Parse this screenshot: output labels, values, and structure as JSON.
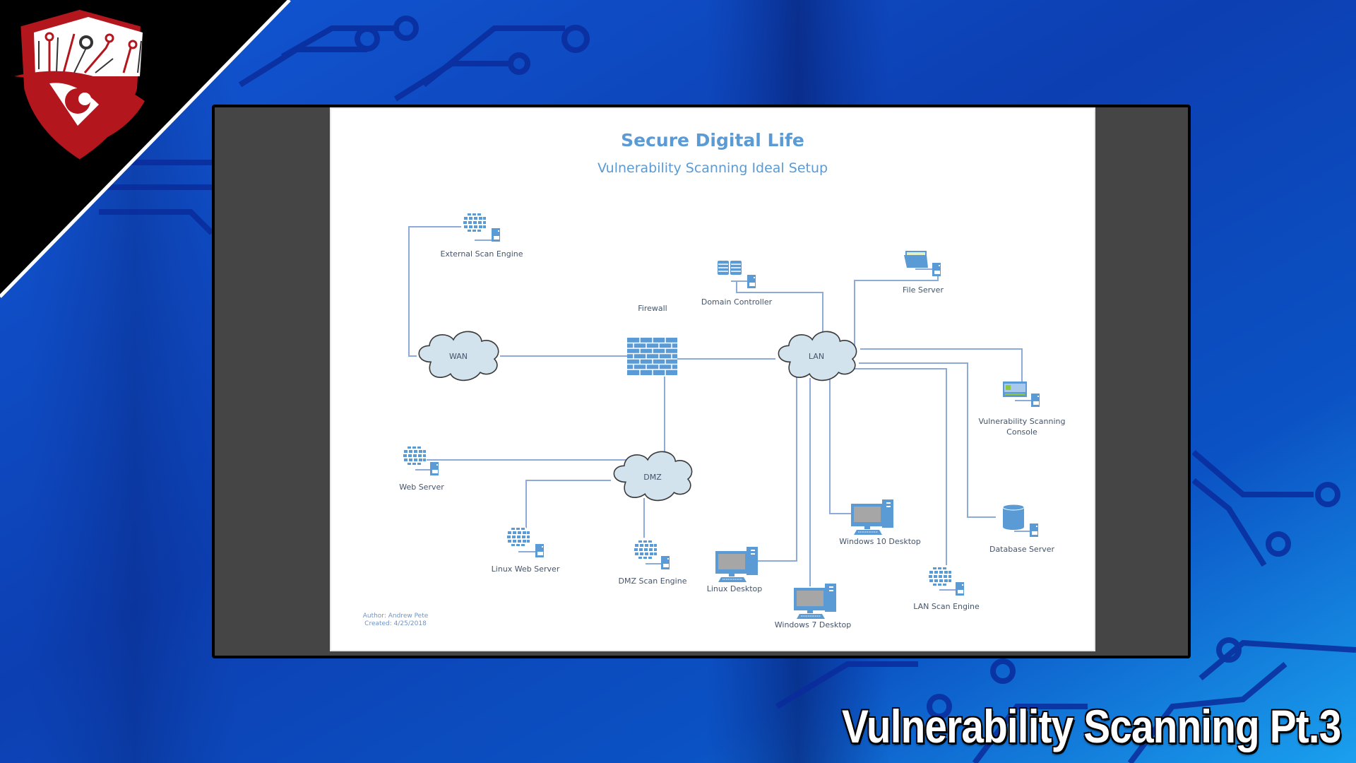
{
  "background": {
    "colors": {
      "black_corner": "#000000",
      "blue_dark": "#0a2f90",
      "blue_light": "#1e8fe8",
      "circuit": "#0b2fa0"
    }
  },
  "logo": {
    "icon": "shield-eye-circuit-logo",
    "colors": {
      "red": "#b3161c",
      "white": "#ffffff",
      "gray": "#333333"
    }
  },
  "diagram": {
    "title": "Secure Digital Life",
    "subtitle": "Vulnerability Scanning Ideal Setup",
    "author": "Author: Andrew Pete",
    "created": "Created: 4/25/2018",
    "accent_color": "#5b9bd5",
    "clouds": [
      {
        "id": "wan",
        "label": "WAN"
      },
      {
        "id": "lan",
        "label": "LAN"
      },
      {
        "id": "dmz",
        "label": "DMZ"
      }
    ],
    "firewall": {
      "label": "Firewall",
      "icon": "firewall-brick-icon"
    },
    "nodes": [
      {
        "id": "external-scan-engine",
        "label": "External Scan Engine",
        "icon": "globe-server-icon",
        "network": "WAN"
      },
      {
        "id": "domain-controller",
        "label": "Domain Controller",
        "icon": "directory-server-icon",
        "network": "LAN"
      },
      {
        "id": "file-server",
        "label": "File Server",
        "icon": "folder-server-icon",
        "network": "LAN"
      },
      {
        "id": "vuln-console",
        "label": "Vulnerability Scanning",
        "label2": "Console",
        "icon": "console-server-icon",
        "network": "LAN"
      },
      {
        "id": "database-server",
        "label": "Database Server",
        "icon": "database-server-icon",
        "network": "LAN"
      },
      {
        "id": "lan-scan-engine",
        "label": "LAN Scan Engine",
        "icon": "globe-server-icon",
        "network": "LAN"
      },
      {
        "id": "windows-10-desktop",
        "label": "Windows 10 Desktop",
        "icon": "desktop-pc-icon",
        "network": "LAN"
      },
      {
        "id": "windows-7-desktop",
        "label": "Windows 7 Desktop",
        "icon": "desktop-pc-icon",
        "network": "LAN"
      },
      {
        "id": "linux-desktop",
        "label": "Linux Desktop",
        "icon": "desktop-pc-icon",
        "network": "LAN"
      },
      {
        "id": "web-server",
        "label": "Web Server",
        "icon": "globe-server-icon",
        "network": "DMZ"
      },
      {
        "id": "linux-web-server",
        "label": "Linux Web Server",
        "icon": "globe-server-icon",
        "network": "DMZ"
      },
      {
        "id": "dmz-scan-engine",
        "label": "DMZ Scan Engine",
        "icon": "globe-server-icon",
        "network": "DMZ"
      }
    ],
    "connections": [
      [
        "external-scan-engine",
        "wan"
      ],
      [
        "wan",
        "firewall"
      ],
      [
        "firewall",
        "lan"
      ],
      [
        "firewall",
        "dmz"
      ],
      [
        "domain-controller",
        "lan"
      ],
      [
        "file-server",
        "lan"
      ],
      [
        "vuln-console",
        "lan"
      ],
      [
        "database-server",
        "lan"
      ],
      [
        "lan-scan-engine",
        "lan"
      ],
      [
        "windows-10-desktop",
        "lan"
      ],
      [
        "windows-7-desktop",
        "lan"
      ],
      [
        "linux-desktop",
        "lan"
      ],
      [
        "web-server",
        "dmz"
      ],
      [
        "linux-web-server",
        "dmz"
      ],
      [
        "dmz-scan-engine",
        "dmz"
      ]
    ]
  },
  "caption": "Vulnerability Scanning Pt.3"
}
